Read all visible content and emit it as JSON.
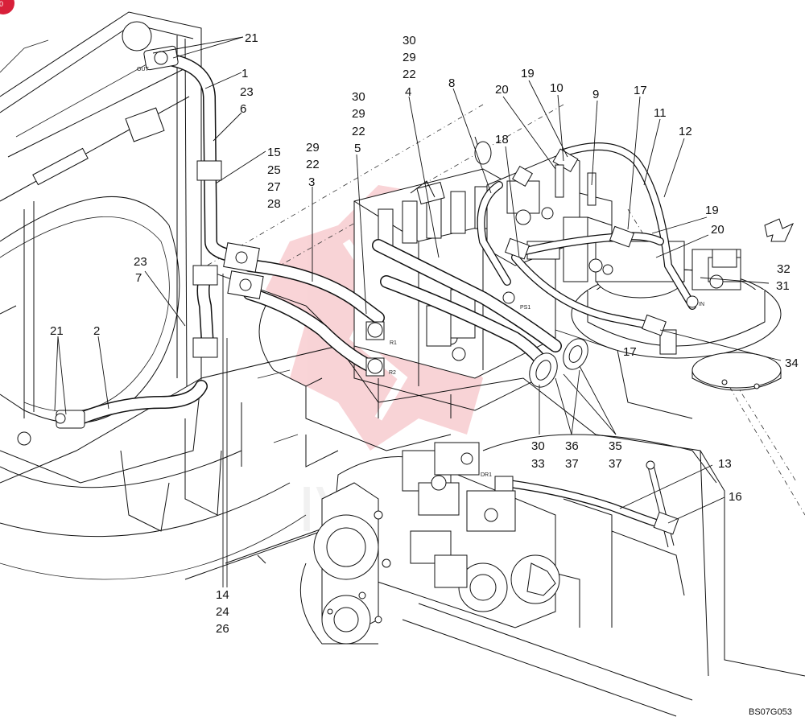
{
  "diagram": {
    "drawing_code": "BS07G053",
    "stamp_labels": {
      "out": "OUT",
      "in": "IN",
      "dr1": "DR1",
      "ps1": "PS1",
      "r1": "R1",
      "r2": "R2"
    },
    "callouts": [
      {
        "id": "c21a",
        "lines": [
          "21"
        ]
      },
      {
        "id": "c1",
        "lines": [
          "1"
        ]
      },
      {
        "id": "c23a",
        "lines": [
          "23"
        ]
      },
      {
        "id": "c6",
        "lines": [
          "6"
        ]
      },
      {
        "id": "c15",
        "lines": [
          "15",
          "25",
          "27",
          "28"
        ]
      },
      {
        "id": "c29a",
        "lines": [
          "29",
          "22",
          "3"
        ]
      },
      {
        "id": "c30a",
        "lines": [
          "30",
          "29",
          "22",
          "5"
        ]
      },
      {
        "id": "c30b",
        "lines": [
          "30",
          "29",
          "22",
          "4"
        ]
      },
      {
        "id": "c8",
        "lines": [
          "8"
        ]
      },
      {
        "id": "c20a",
        "lines": [
          "20"
        ]
      },
      {
        "id": "c19a",
        "lines": [
          "19"
        ]
      },
      {
        "id": "c10",
        "lines": [
          "10"
        ]
      },
      {
        "id": "c9",
        "lines": [
          "9"
        ]
      },
      {
        "id": "c17a",
        "lines": [
          "17"
        ]
      },
      {
        "id": "c11",
        "lines": [
          "11"
        ]
      },
      {
        "id": "c12",
        "lines": [
          "12"
        ]
      },
      {
        "id": "c18",
        "lines": [
          "18"
        ]
      },
      {
        "id": "c19b",
        "lines": [
          "19"
        ]
      },
      {
        "id": "c20b",
        "lines": [
          "20"
        ]
      },
      {
        "id": "c32",
        "lines": [
          "32"
        ]
      },
      {
        "id": "c31",
        "lines": [
          "31"
        ]
      },
      {
        "id": "c34",
        "lines": [
          "34"
        ]
      },
      {
        "id": "c17b",
        "lines": [
          "17"
        ]
      },
      {
        "id": "c23b",
        "lines": [
          "23"
        ]
      },
      {
        "id": "c7",
        "lines": [
          "7"
        ]
      },
      {
        "id": "c21b",
        "lines": [
          "21"
        ]
      },
      {
        "id": "c2",
        "lines": [
          "2"
        ]
      },
      {
        "id": "c30c",
        "lines": [
          "30",
          "33"
        ]
      },
      {
        "id": "c36",
        "lines": [
          "36",
          "37"
        ]
      },
      {
        "id": "c35",
        "lines": [
          "35",
          "37"
        ]
      },
      {
        "id": "c13",
        "lines": [
          "13"
        ]
      },
      {
        "id": "c16",
        "lines": [
          "16"
        ]
      },
      {
        "id": "c14",
        "lines": [
          "14",
          "24",
          "26"
        ]
      }
    ]
  }
}
